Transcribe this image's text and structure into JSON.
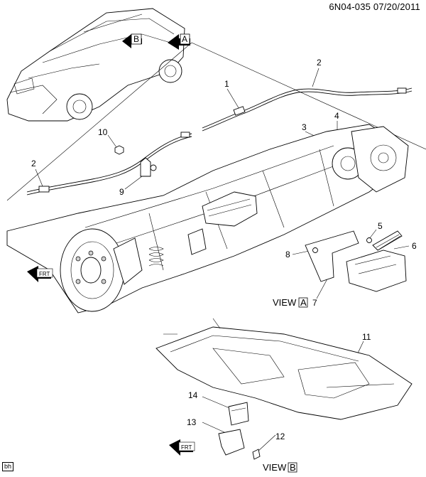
{
  "header": {
    "ref_code": "6N04-035",
    "date": "07/20/2011"
  },
  "callouts": [
    "1",
    "2",
    "2",
    "3",
    "4",
    "5",
    "6",
    "7",
    "8",
    "9",
    "10",
    "11",
    "12",
    "13",
    "14"
  ],
  "view_labels": [
    {
      "text": "VIEW",
      "letter": "A"
    },
    {
      "text": "VIEW",
      "letter": "B"
    }
  ],
  "vehicle_arrows": [
    "B",
    "A"
  ],
  "front_arrows": [
    "FRT",
    "FRT"
  ],
  "footer_tag": "bh",
  "colors": {
    "line": "#000000",
    "background": "#ffffff",
    "shade": "#cfcfcf"
  }
}
